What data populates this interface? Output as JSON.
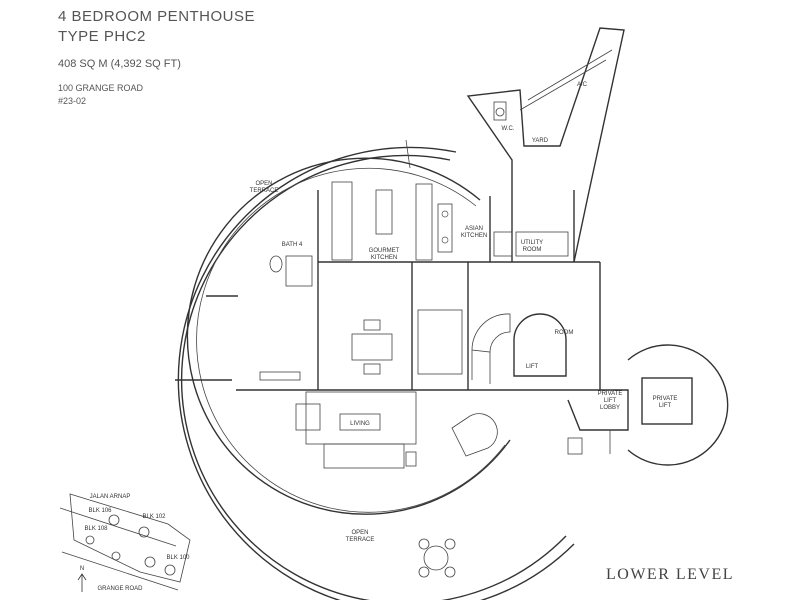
{
  "header": {
    "title_line1": "4 BEDROOM PENTHOUSE",
    "title_line2": "TYPE PHC2",
    "area": "408 SQ M (4,392 SQ FT)",
    "address_line1": "100 GRANGE ROAD",
    "address_line2": "#23-02"
  },
  "level_label": "LOWER LEVEL",
  "rooms": {
    "open_terrace_top": "OPEN\nTERRACE",
    "bath4": "BATH 4",
    "gourmet_kitchen": "GOURMET\nKITCHEN",
    "asian_kitchen": "ASIAN\nKITCHEN",
    "utility_room": "UTILITY\nROOM",
    "wc": "W.C.",
    "yard": "YARD",
    "ac": "A/C",
    "room": "ROOM",
    "lift": "LIFT",
    "private_lift_lobby": "PRIVATE\nLIFT\nLOBBY",
    "private_lift": "PRIVATE\nLIFT",
    "living": "LIVING",
    "open_terrace_bottom": "OPEN\nTERRACE"
  },
  "key_plan": {
    "road_top": "JALAN ARNAP",
    "road_bottom": "GRANGE ROAD",
    "north": "N",
    "blocks": [
      "BLK 106",
      "BLK 102",
      "BLK 108",
      "BLK 100"
    ]
  }
}
